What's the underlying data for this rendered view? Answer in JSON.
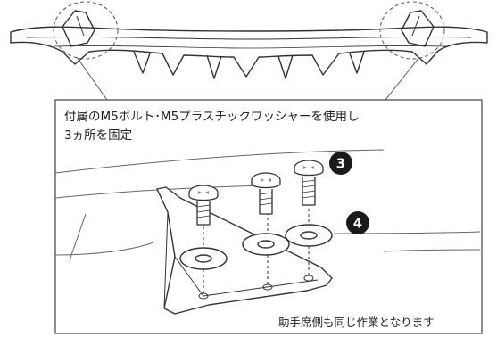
{
  "instruction": {
    "line1": "付属のM5ボルト･M5プラスチックワッシャーを使用し",
    "line2": "3ヵ所を固定"
  },
  "note": "助手席側も同じ作業となります",
  "badges": [
    {
      "label": "3",
      "meaning": "M5 bolt"
    },
    {
      "label": "4",
      "meaning": "M5 plastic washer"
    }
  ],
  "colors": {
    "line": "#333333",
    "light_line": "#555555",
    "badge_fill": "#1a1a1a",
    "background": "#ffffff"
  },
  "icons": [
    "rear-diffuser-part",
    "bolt-icon",
    "washer-icon",
    "dashed-circle-callout"
  ]
}
